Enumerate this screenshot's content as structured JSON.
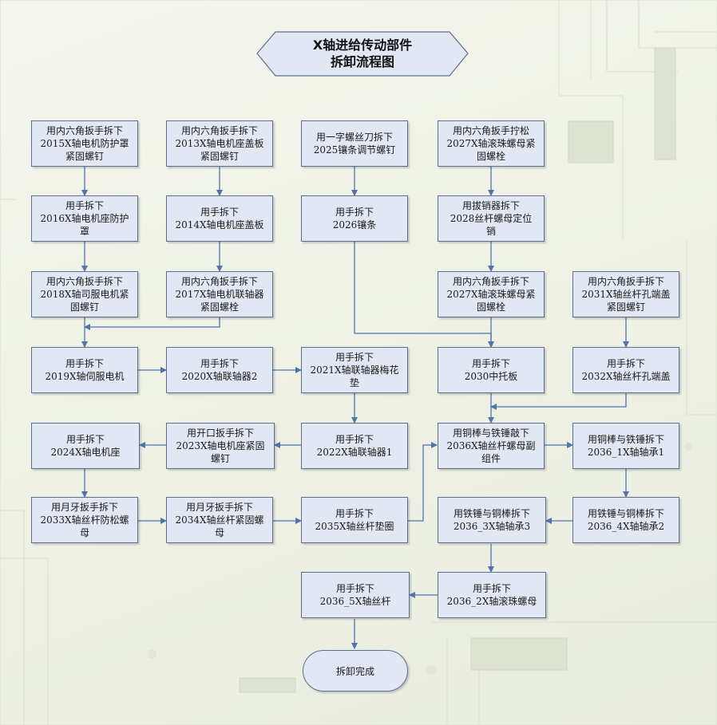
{
  "title": {
    "line1": "X轴进给传动部件",
    "line2": "拆卸流程图"
  },
  "colors": {
    "node_fill": "#e2e8f3",
    "node_border": "#5b6f93",
    "edge": "#4f74ad"
  },
  "nodes": {
    "n2015": [
      "用内六角扳手拆下",
      "2015X轴电机防护罩",
      "紧固螺钉"
    ],
    "n2013": [
      "用内六角扳手拆下",
      "2013X轴电机座盖板",
      "紧固螺钉"
    ],
    "n2025": [
      "用一字螺丝刀拆下",
      "2025镶条调节螺钉"
    ],
    "n2027a": [
      "用内六角扳手拧松",
      "2027X轴滚珠螺母紧",
      "固螺栓"
    ],
    "n2016": [
      "用手拆下",
      "2016X轴电机座防护",
      "罩"
    ],
    "n2014": [
      "用手拆下",
      "2014X轴电机座盖板"
    ],
    "n2026": [
      "用手拆下",
      "2026镶条"
    ],
    "n2028": [
      "用拔销器拆下",
      "2028丝杆螺母定位",
      "销"
    ],
    "n2018": [
      "用内六角扳手拆下",
      "2018X轴司服电机紧",
      "固螺钉"
    ],
    "n2017": [
      "用内六角扳手拆下",
      "2017X轴电机联轴器",
      "紧固螺栓"
    ],
    "n2027b": [
      "用内六角扳手拆下",
      "2027X轴滚珠螺母紧",
      "固螺栓"
    ],
    "n2031": [
      "用内六角扳手拆下",
      "2031X轴丝杆孔端盖",
      "紧固螺钉"
    ],
    "n2019": [
      "用手拆下",
      "2019X轴伺服电机"
    ],
    "n2020": [
      "用手拆下",
      "2020X轴联轴器2"
    ],
    "n2021": [
      "用手拆下",
      "2021X轴联轴器梅花",
      "垫"
    ],
    "n2030": [
      "用手拆下",
      "2030中托板"
    ],
    "n2032": [
      "用手拆下",
      "2032X轴丝杆孔端盖"
    ],
    "n2024": [
      "用手拆下",
      "2024X轴电机座"
    ],
    "n2023": [
      "用开口扳手拆下",
      "2023X轴电机座紧固",
      "螺钉"
    ],
    "n2022": [
      "用手拆下",
      "2022X轴联轴器1"
    ],
    "n2036": [
      "用铜棒与铁锤敲下",
      "2036X轴丝杆螺母副",
      "组件"
    ],
    "n2036_1": [
      "用铜棒与铁锤拆下",
      "2036_1X轴轴承1"
    ],
    "n2033": [
      "用月牙扳手拆下",
      "2033X轴丝杆防松螺",
      "母"
    ],
    "n2034": [
      "用月牙扳手拆下",
      "2034X轴丝杆紧固螺",
      "母"
    ],
    "n2035": [
      "用手拆下",
      "2035X轴丝杆垫圈"
    ],
    "n2036_3": [
      "用铁锤与铜棒拆下",
      "2036_3X轴轴承3"
    ],
    "n2036_4": [
      "用铁锤与铜棒拆下",
      "2036_4X轴轴承2"
    ],
    "n2036_5": [
      "用手拆下",
      "2036_5X轴丝杆"
    ],
    "n2036_2": [
      "用手拆下",
      "2036_2X轴滚珠螺母"
    ]
  },
  "end": "拆卸完成"
}
